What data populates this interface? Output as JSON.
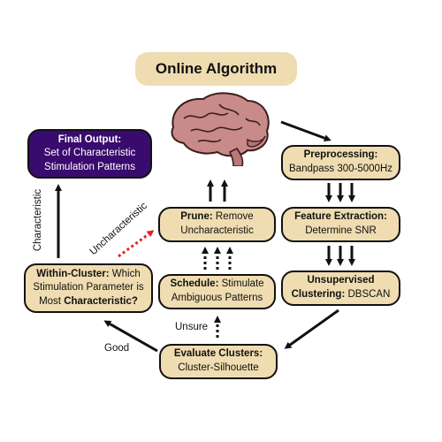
{
  "title": "Online Algorithm",
  "final_output": {
    "heading": "Final Output:",
    "line1": "Set of  Characteristic",
    "line2": "Stimulation Patterns"
  },
  "preprocessing": {
    "heading": "Preprocessing:",
    "line1": "Bandpass 300-5000Hz"
  },
  "feature_extraction": {
    "heading": "Feature Extraction:",
    "line1": "Determine SNR"
  },
  "unsupervised": {
    "heading1": "Unsupervised",
    "heading2": "Clustering:",
    "tail": " DBSCAN"
  },
  "evaluate": {
    "heading": "Evaluate Clusters:",
    "line1": "Cluster-Silhouette"
  },
  "schedule": {
    "heading": "Schedule:",
    "tail1": " Stimulate",
    "line2": "Ambiguous Patterns"
  },
  "prune": {
    "heading": "Prune:",
    "tail1": " Remove",
    "line2": "Uncharacteristic"
  },
  "within_cluster": {
    "heading": "Within-Cluster:",
    "tail1": " Which",
    "line2": "Stimulation Parameter is",
    "line3a": "Most ",
    "line3b": "Characteristic",
    "line3c": "?"
  },
  "labels": {
    "characteristic": "Characteristic",
    "uncharacteristic": "Uncharacteristic",
    "unsure": "Unsure",
    "good": "Good"
  },
  "colors": {
    "box_fill": "#efdcb0",
    "final_fill": "#3a0b6e",
    "dotted_red": "#e0242a"
  },
  "icons": {
    "brain": "brain-icon"
  }
}
